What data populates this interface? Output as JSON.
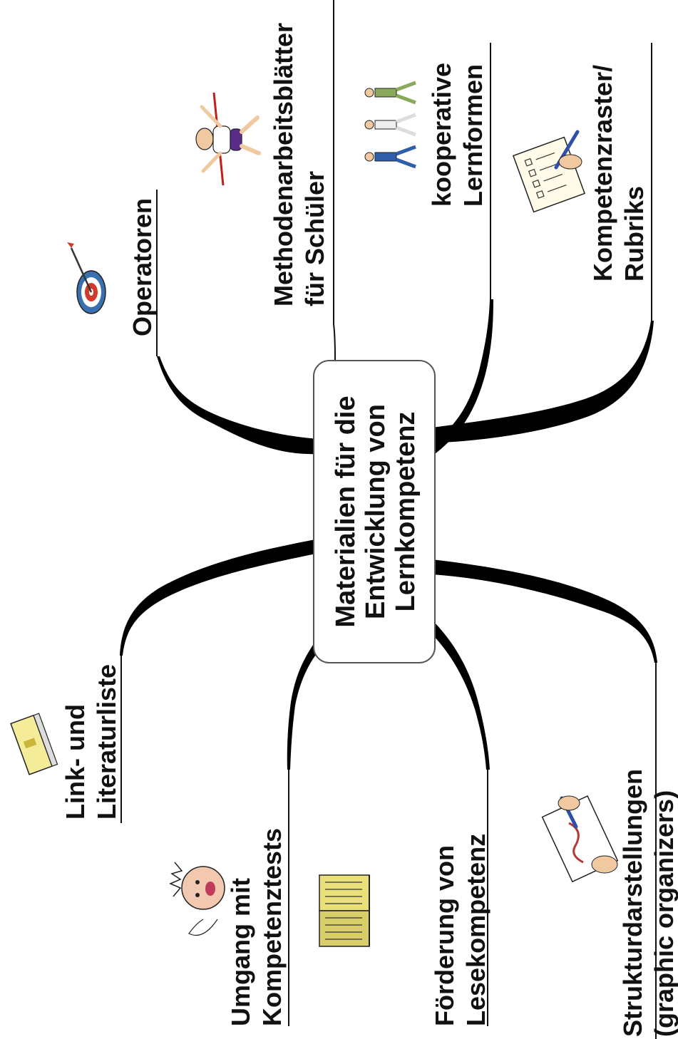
{
  "center": {
    "lines": [
      "Materialien für die",
      "Entwicklung von",
      "Lernkompetenz"
    ]
  },
  "branches": [
    {
      "id": "operatoren",
      "lines": [
        "Operatoren"
      ],
      "icon": "target-arrow-icon"
    },
    {
      "id": "methoden",
      "lines": [
        "Methodenarbeitsblätter",
        "für Schüler"
      ],
      "icon": "runner-finish-line-icon"
    },
    {
      "id": "kooperative",
      "lines": [
        "kooperative",
        "Lernformen"
      ],
      "icon": "group-of-people-icon"
    },
    {
      "id": "kompetenzraster",
      "lines": [
        "Kompetenzraster/",
        "Rubriks"
      ],
      "icon": "checklist-pen-icon"
    },
    {
      "id": "link",
      "lines": [
        "Link- und",
        "Literaturliste"
      ],
      "icon": "book-icon"
    },
    {
      "id": "umgang",
      "lines": [
        "Umgang mit",
        "Kompetenztests"
      ],
      "icon": "stressed-face-icon"
    },
    {
      "id": "foerderung",
      "lines": [
        "Förderung von",
        "Lesekompetenz"
      ],
      "icon": "open-book-icon"
    },
    {
      "id": "struktur",
      "lines": [
        "Strukturdarstellungen",
        "(graphic organizers)"
      ],
      "icon": "drawing-hand-icon"
    }
  ]
}
